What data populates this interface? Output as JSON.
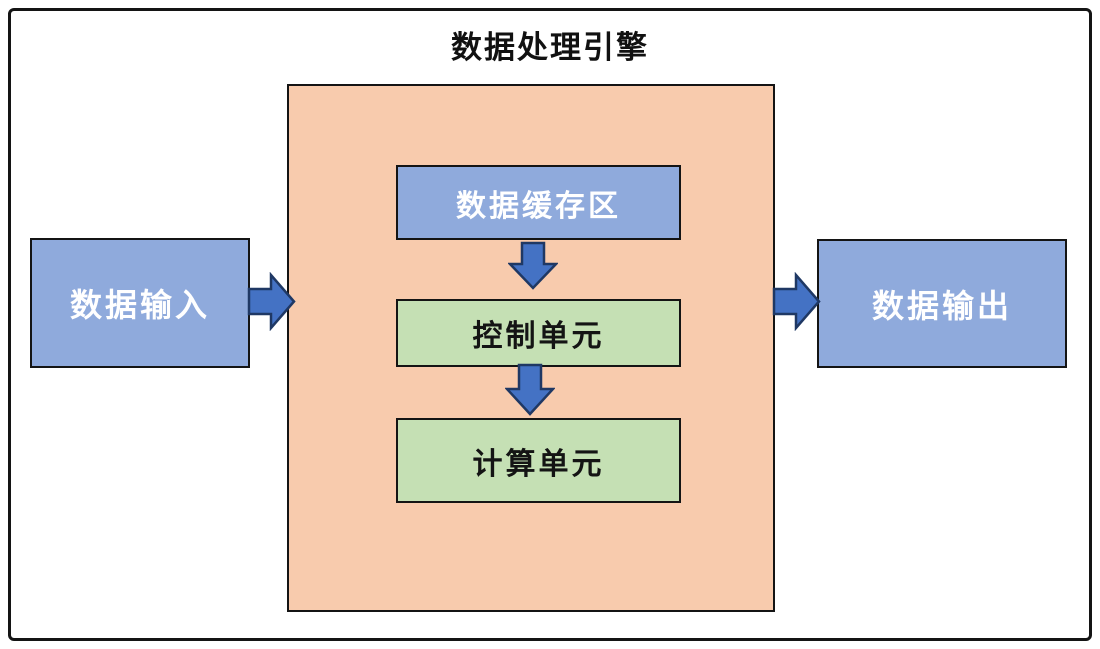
{
  "diagram": {
    "title": "数据处理引擎",
    "nodes": {
      "input": "数据输入",
      "output": "数据输出",
      "buffer": "数据缓存区",
      "control": "控制单元",
      "compute": "计算单元"
    },
    "flow": [
      "数据输入 -> 数据处理引擎",
      "数据缓存区 -> 控制单元",
      "控制单元 -> 计算单元",
      "数据处理引擎 -> 数据输出"
    ]
  },
  "colors": {
    "box-blue": "#8FAADC",
    "box-green": "#C5E0B4",
    "container-peach": "#F8CBAD",
    "arrow-fill": "#4472C4",
    "arrow-stroke": "#1F3864"
  }
}
